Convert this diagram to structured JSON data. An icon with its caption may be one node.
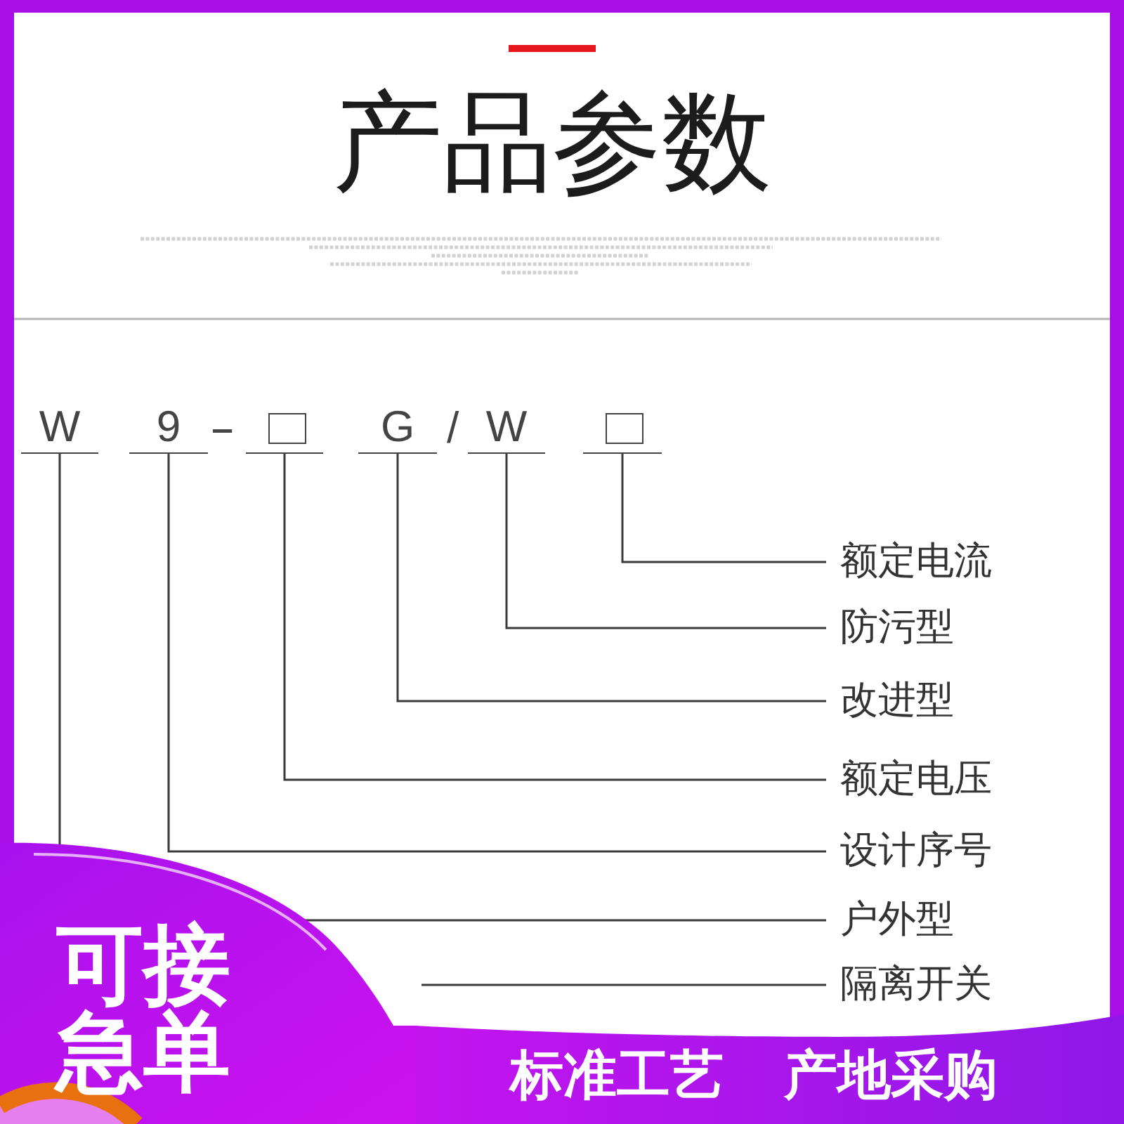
{
  "diagram": {
    "title": "产品参数",
    "nodes": [
      {
        "text": [
          "W"
        ]
      },
      {
        "text": [
          "9"
        ]
      },
      {
        "text": [],
        "shape": "box"
      },
      {
        "text": [
          "G"
        ]
      },
      {
        "text": [
          "W"
        ]
      },
      {
        "text": [],
        "shape": "box"
      },
      {
        "text": [
          "额定电流"
        ]
      },
      {
        "text": [
          "防污型"
        ]
      },
      {
        "text": [
          "改进型"
        ]
      },
      {
        "text": [
          "额定电压"
        ]
      },
      {
        "text": [
          "设计序号"
        ]
      },
      {
        "text": [
          "户外型"
        ]
      },
      {
        "text": [
          "隔离开关"
        ]
      },
      {
        "text": [
          "可接急单"
        ]
      },
      {
        "text": [
          "标准工艺",
          "产地采购"
        ]
      }
    ],
    "edges": [
      {
        "from": 5,
        "to": 6,
        "arrow": "none"
      },
      {
        "from": 4,
        "to": 7,
        "arrow": "none"
      },
      {
        "from": 3,
        "to": 8,
        "arrow": "none"
      },
      {
        "from": 2,
        "to": 9,
        "arrow": "none"
      },
      {
        "from": 1,
        "to": 10,
        "arrow": "none"
      },
      {
        "from": 0,
        "to": 11,
        "arrow": "none"
      },
      {
        "from": null,
        "to": 12,
        "arrow": "none"
      }
    ],
    "labels": [
      "-",
      "/"
    ]
  }
}
